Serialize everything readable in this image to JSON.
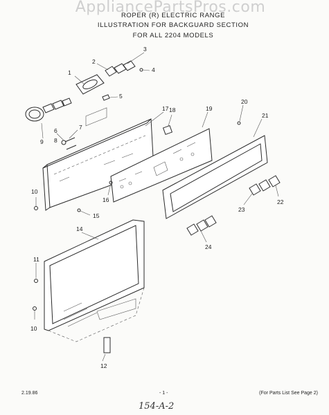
{
  "watermark": "AppliancePartsPros.com",
  "header": {
    "line1": "ROPER (R) ELECTRIC RANGE",
    "line2": "ILLUSTRATION FOR BACKGUARD SECTION",
    "line3": "FOR ALL 2204 MODELS"
  },
  "callouts": [
    "1",
    "2",
    "3",
    "4",
    "5",
    "6",
    "7",
    "8",
    "9",
    "10",
    "10",
    "11",
    "12",
    "14",
    "15",
    "16",
    "17",
    "18",
    "19",
    "20",
    "21",
    "22",
    "23",
    "24"
  ],
  "footer": {
    "date": "2.19.86",
    "page": "- 1 -",
    "parts_ref": "(For Parts List See Page 2)",
    "handwritten": "154-A-2"
  }
}
